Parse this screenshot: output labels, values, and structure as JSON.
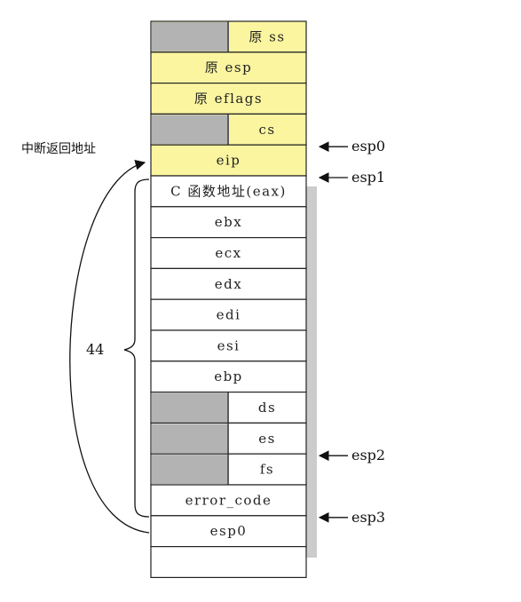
{
  "colors": {
    "saved_fill": "#fbf5a0",
    "gray_fill": "#b3b3b3",
    "shadow": "#cccccc",
    "border": "#222222"
  },
  "stack": [
    {
      "id": "orig-ss",
      "label": "原 ss",
      "fill": "yellow",
      "gray_prefix": true
    },
    {
      "id": "orig-esp",
      "label": "原 esp",
      "fill": "yellow",
      "gray_prefix": false
    },
    {
      "id": "orig-eflags",
      "label": "原 eflags",
      "fill": "yellow",
      "gray_prefix": false
    },
    {
      "id": "cs",
      "label": "cs",
      "fill": "yellow",
      "gray_prefix": true
    },
    {
      "id": "eip",
      "label": "eip",
      "fill": "yellow",
      "gray_prefix": false
    },
    {
      "id": "eax",
      "label": "C 函数地址(eax)",
      "fill": "white",
      "gray_prefix": false
    },
    {
      "id": "ebx",
      "label": "ebx",
      "fill": "white",
      "gray_prefix": false
    },
    {
      "id": "ecx",
      "label": "ecx",
      "fill": "white",
      "gray_prefix": false
    },
    {
      "id": "edx",
      "label": "edx",
      "fill": "white",
      "gray_prefix": false
    },
    {
      "id": "edi",
      "label": "edi",
      "fill": "white",
      "gray_prefix": false
    },
    {
      "id": "esi",
      "label": "esi",
      "fill": "white",
      "gray_prefix": false
    },
    {
      "id": "ebp",
      "label": "ebp",
      "fill": "white",
      "gray_prefix": false
    },
    {
      "id": "ds",
      "label": "ds",
      "fill": "white",
      "gray_prefix": true
    },
    {
      "id": "es",
      "label": "es",
      "fill": "white",
      "gray_prefix": true
    },
    {
      "id": "fs",
      "label": "fs",
      "fill": "white",
      "gray_prefix": true
    },
    {
      "id": "error-code",
      "label": "error_code",
      "fill": "white",
      "gray_prefix": false
    },
    {
      "id": "esp0-slot",
      "label": "esp0",
      "fill": "white",
      "gray_prefix": false
    },
    {
      "id": "empty-slot",
      "label": "",
      "fill": "white",
      "gray_prefix": false
    }
  ],
  "pointers": [
    {
      "label": "esp0",
      "at": "eip"
    },
    {
      "label": "esp1",
      "at": "eax"
    },
    {
      "label": "esp2",
      "at": "fs"
    },
    {
      "label": "esp3",
      "at": "esp0-slot"
    }
  ],
  "annotations": {
    "interrupt_return": "中断返回地址",
    "brace_size": "44"
  }
}
